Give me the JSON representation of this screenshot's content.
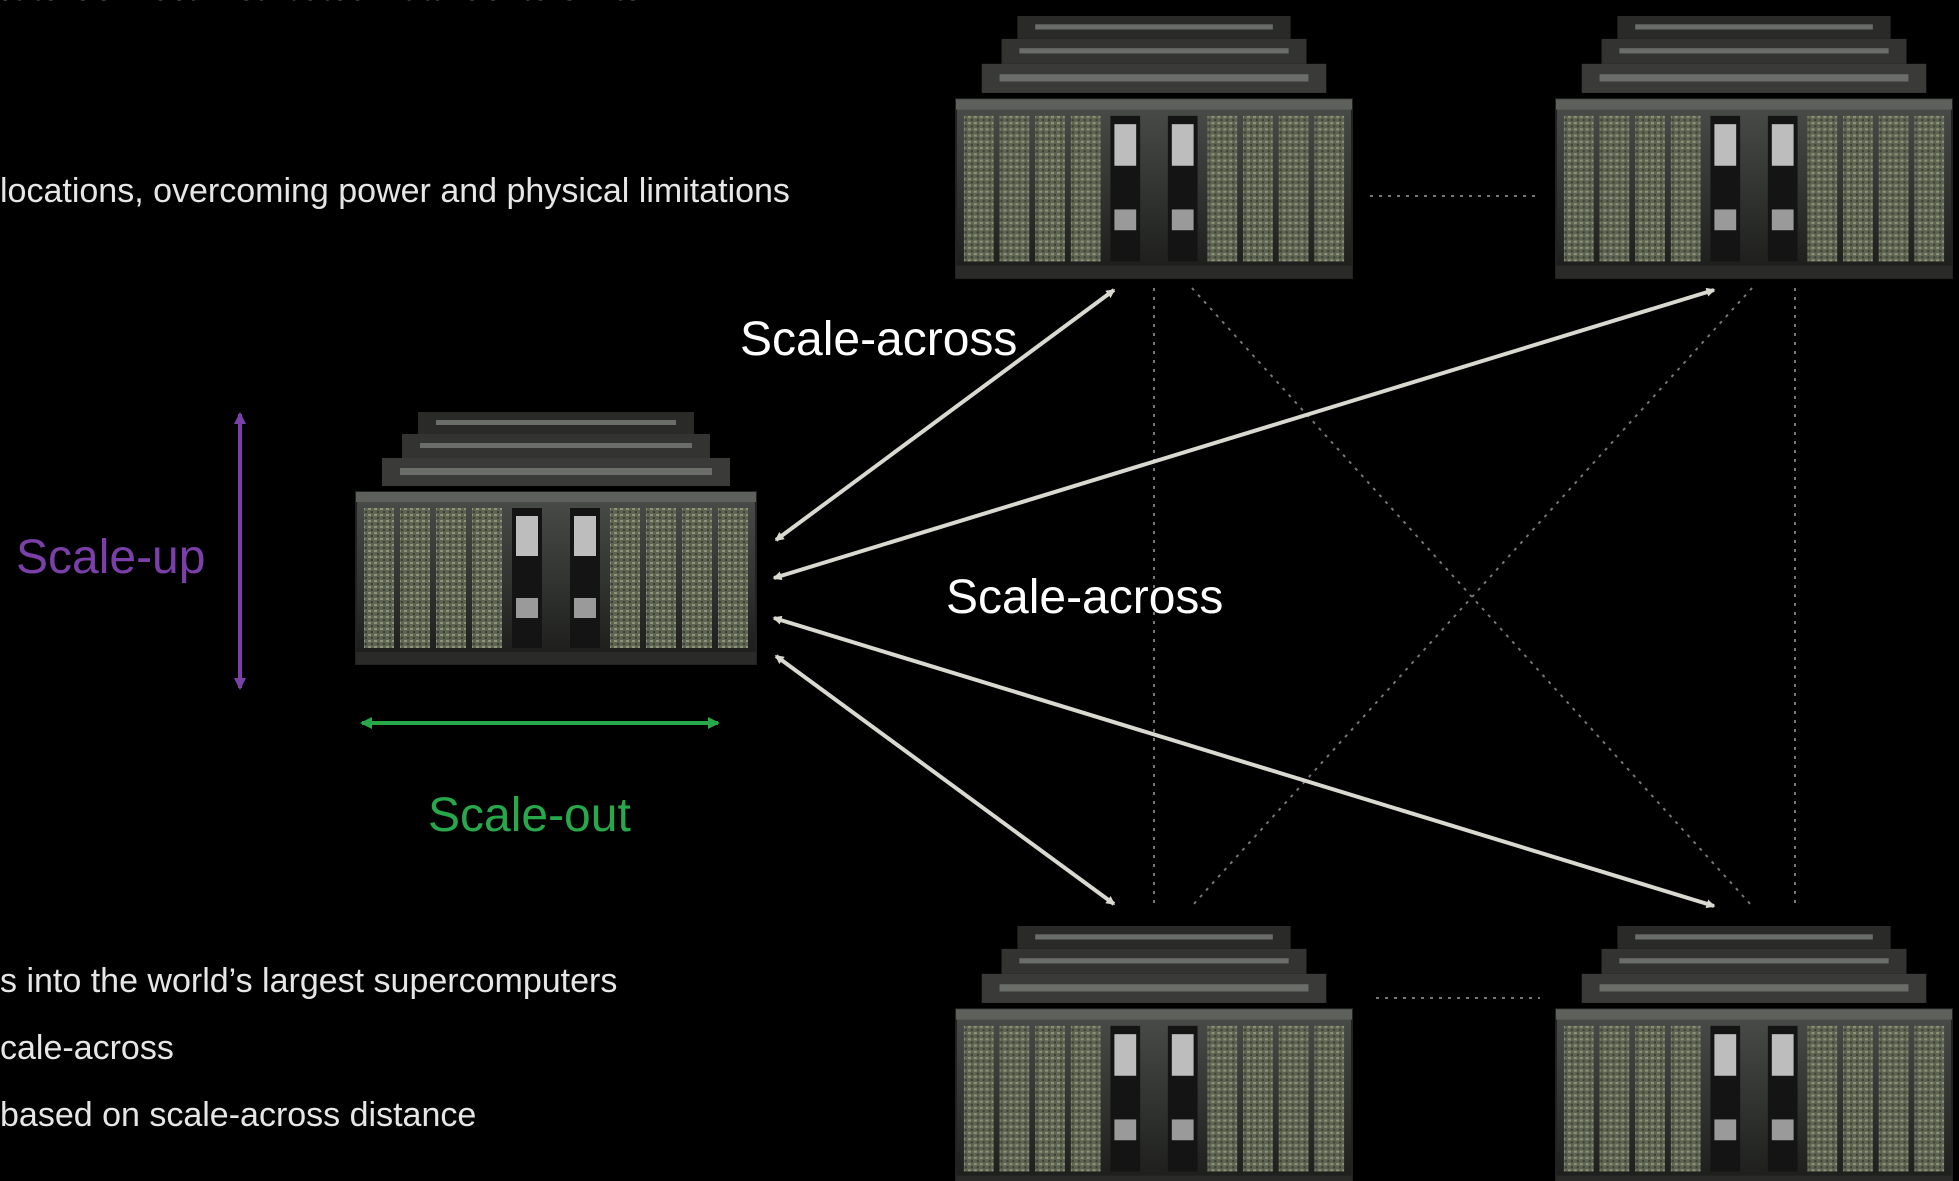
{
  "text": {
    "header_partial": "ct to Connect Distributed Data Centers into",
    "subtitle_partial": "locations, overcoming power and physical limitations",
    "bullets": [
      "s into the world’s largest supercomputers",
      "cale-across",
      "based on scale-across distance"
    ]
  },
  "labels": {
    "scale_across_top": "Scale-across",
    "scale_across_mid": "Scale-across",
    "scale_up": "Scale-up",
    "scale_out": "Scale-out"
  },
  "colors": {
    "background": "#000000",
    "scale_up": "#7a3fa8",
    "scale_out": "#27a84a",
    "arrow": "#d9d9cf",
    "dotted": "#777777"
  }
}
